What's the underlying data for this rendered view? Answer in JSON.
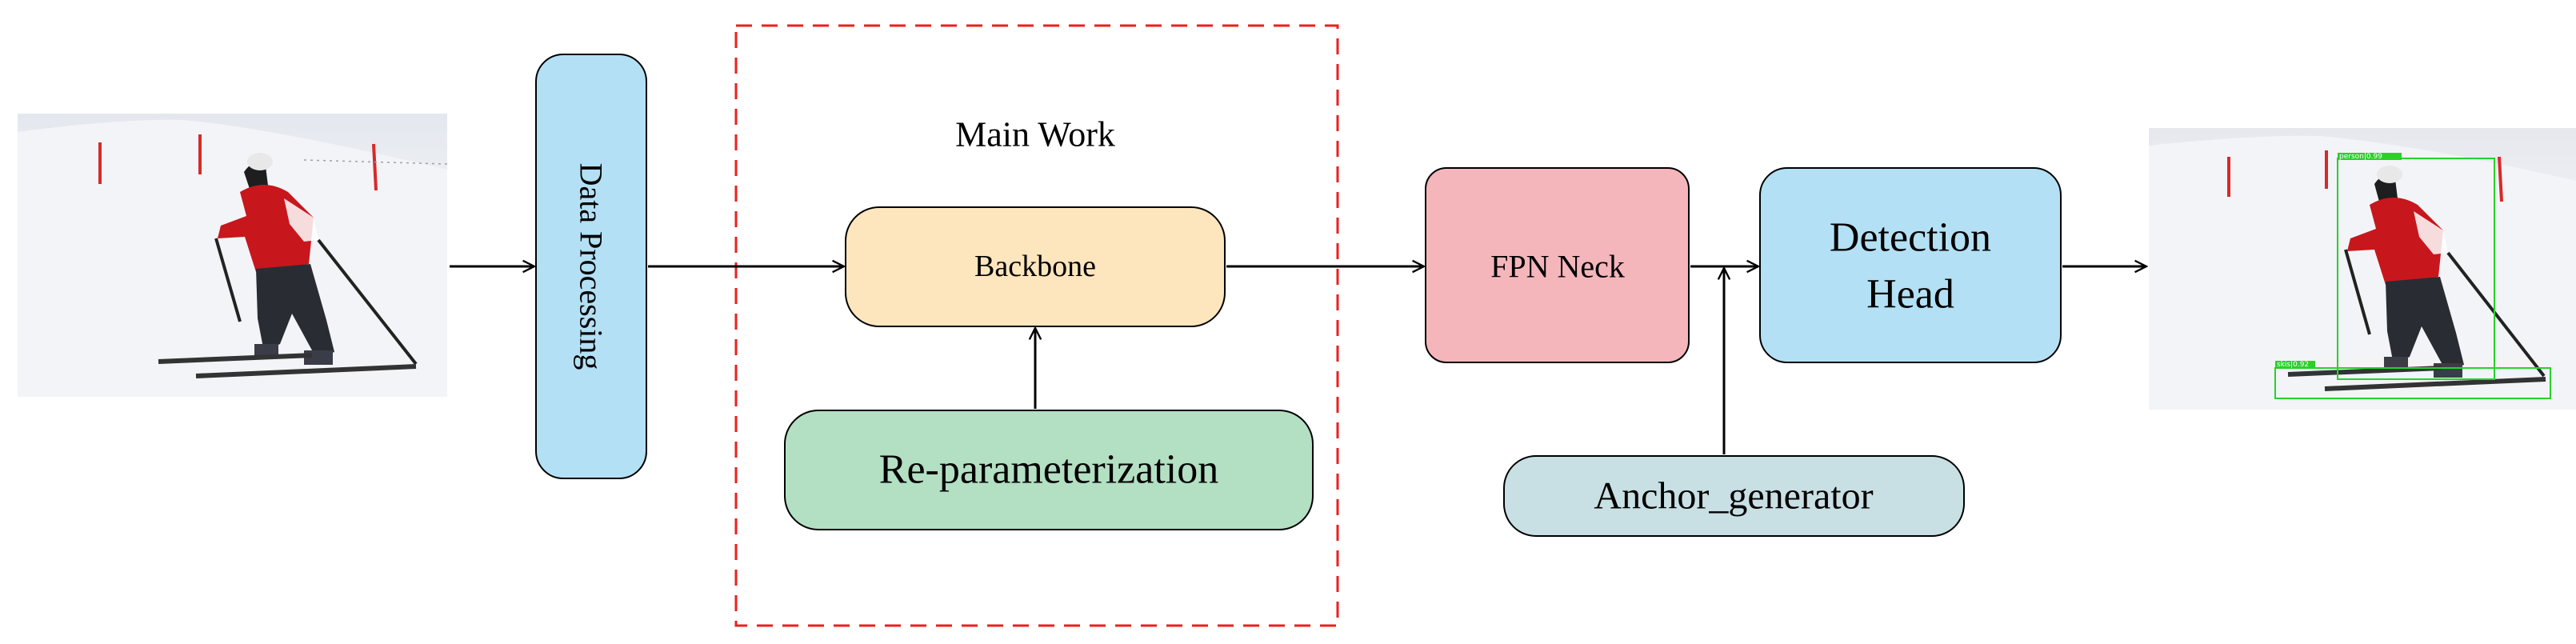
{
  "diagram": {
    "frame_title": "Main Work",
    "nodes": {
      "data_processing": {
        "label": "Data Processing",
        "fill": "#b3e0f4"
      },
      "backbone": {
        "label": "Backbone",
        "fill": "#fde5bd"
      },
      "reparam": {
        "label": "Re-parameterization",
        "fill": "#b3dfc3"
      },
      "fpn_neck": {
        "label": "FPN Neck",
        "fill": "#f4b6bb"
      },
      "detection_head": {
        "line1": "Detection",
        "line2": "Head",
        "fill": "#b3e0f4"
      },
      "anchor_generator": {
        "label": "Anchor_generator",
        "fill": "#c8dfe3"
      }
    },
    "frame_color": "#e8211d",
    "stroke_color": "#000000",
    "photo_left": {
      "label": "skier photo"
    },
    "photo_right": {
      "box_labels": [
        "person|0.99",
        "skis|0.92"
      ],
      "box_color": "#27d12a"
    }
  }
}
